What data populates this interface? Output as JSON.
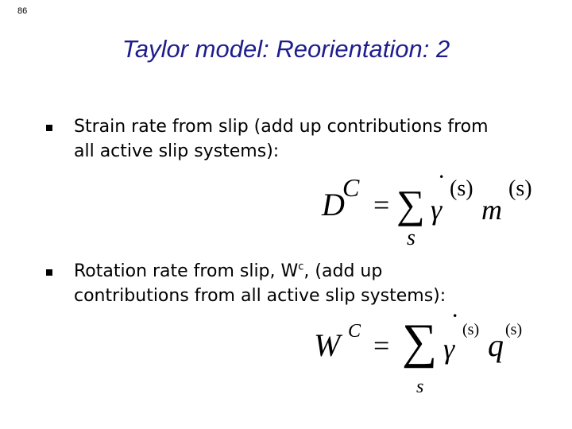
{
  "slide_number": "86",
  "title": "Taylor model: Reorientation: 2",
  "bullets": [
    {
      "lines": [
        "Strain rate from slip (add up contributions from",
        "all active slip systems):"
      ]
    },
    {
      "line1_prefix": "Rotation rate from slip, W",
      "line1_sup": "c",
      "line1_suffix": ", (add up",
      "line2": "contributions from all active slip systems):"
    }
  ],
  "equations": {
    "strain": {
      "lhs": "D",
      "lhs_sup": "C",
      "equals": "=",
      "sum": "∑",
      "sum_index": "s",
      "rate": "γ",
      "rate_dot": "˙",
      "rate_sup": "(s)",
      "tensor": "m",
      "tensor_sup": "(s)"
    },
    "rotation": {
      "lhs": "W",
      "lhs_sup": "C",
      "equals": "=",
      "sum": "∑",
      "sum_index": "s",
      "rate": "γ",
      "rate_dot": "˙",
      "rate_sup": "(s)",
      "tensor": "q",
      "tensor_sup": "(s)"
    }
  }
}
